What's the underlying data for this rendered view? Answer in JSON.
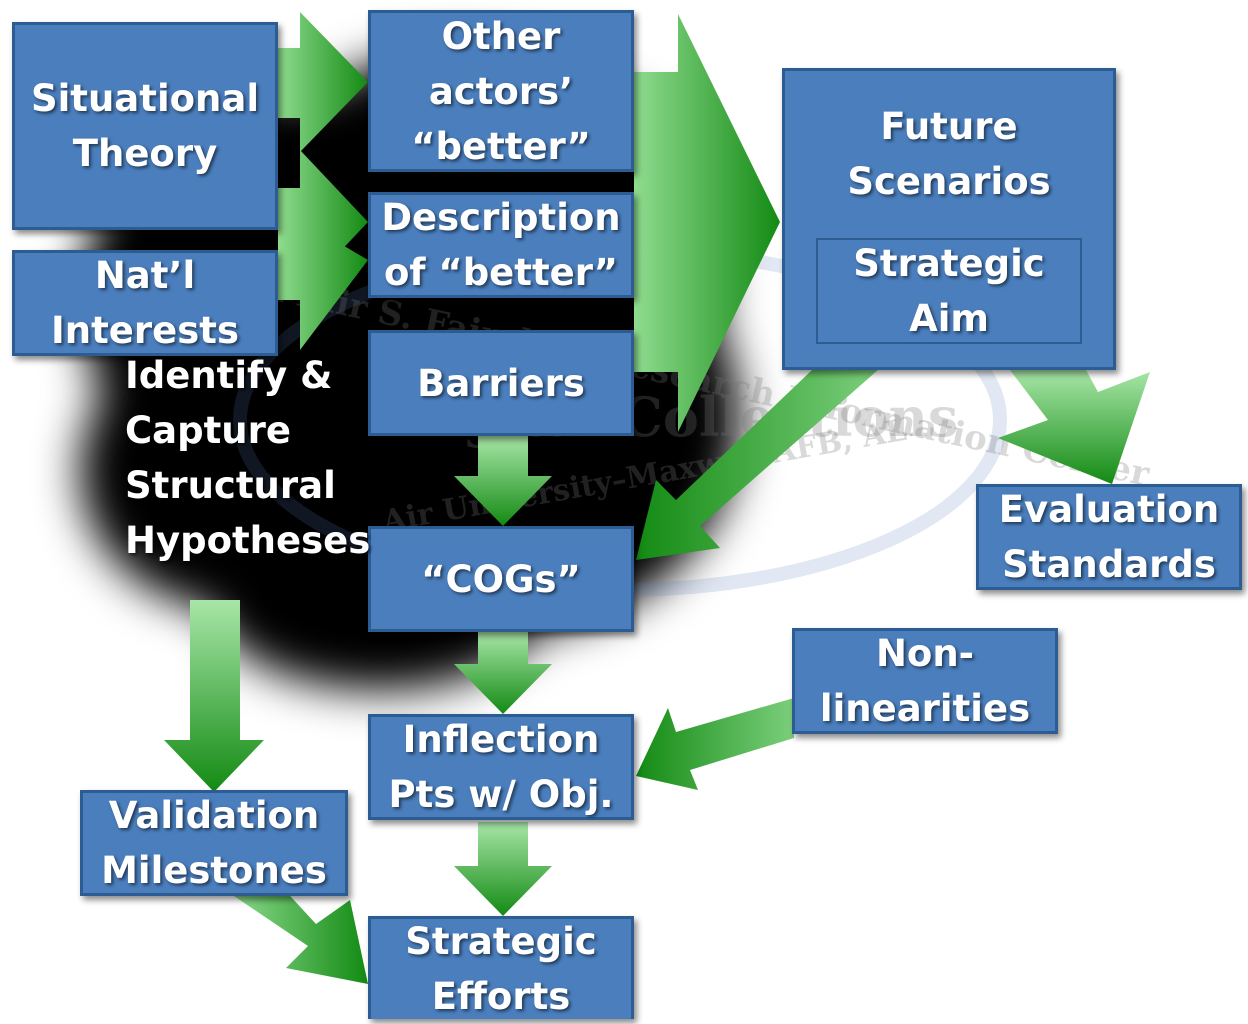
{
  "nodes": {
    "situational_theory": "Situational\nTheory",
    "natl_interests": "Nat’l\nInterests",
    "other_actors": "Other\nactors’\n“better”",
    "description": "Description\nof “better”",
    "barriers": "Barriers",
    "cogs": "“COGs”",
    "future_scenarios": "Future\nScenarios",
    "strategic_aim": "Strategic\nAim",
    "evaluation_standards": "Evaluation\nStandards",
    "non_linearities": "Non-\nlinearities",
    "inflection_pts": "Inflection\nPts w/ Obj.",
    "validation_milestones": "Validation\nMilestones",
    "strategic_efforts": "Strategic\nEfforts",
    "cloud_label": "Identify &\nCapture\nStructural\nHypotheses"
  },
  "watermark": {
    "line1": "Muir S. Fairchild Research Information Center",
    "line2": "Digital Collections",
    "line3": "Air University–Maxwell AFB, AL"
  },
  "colors": {
    "box_fill": "#4a7ebd",
    "box_border": "#2d5c93",
    "arrow_green": "#1e8c1e",
    "cloud": "#000000"
  }
}
